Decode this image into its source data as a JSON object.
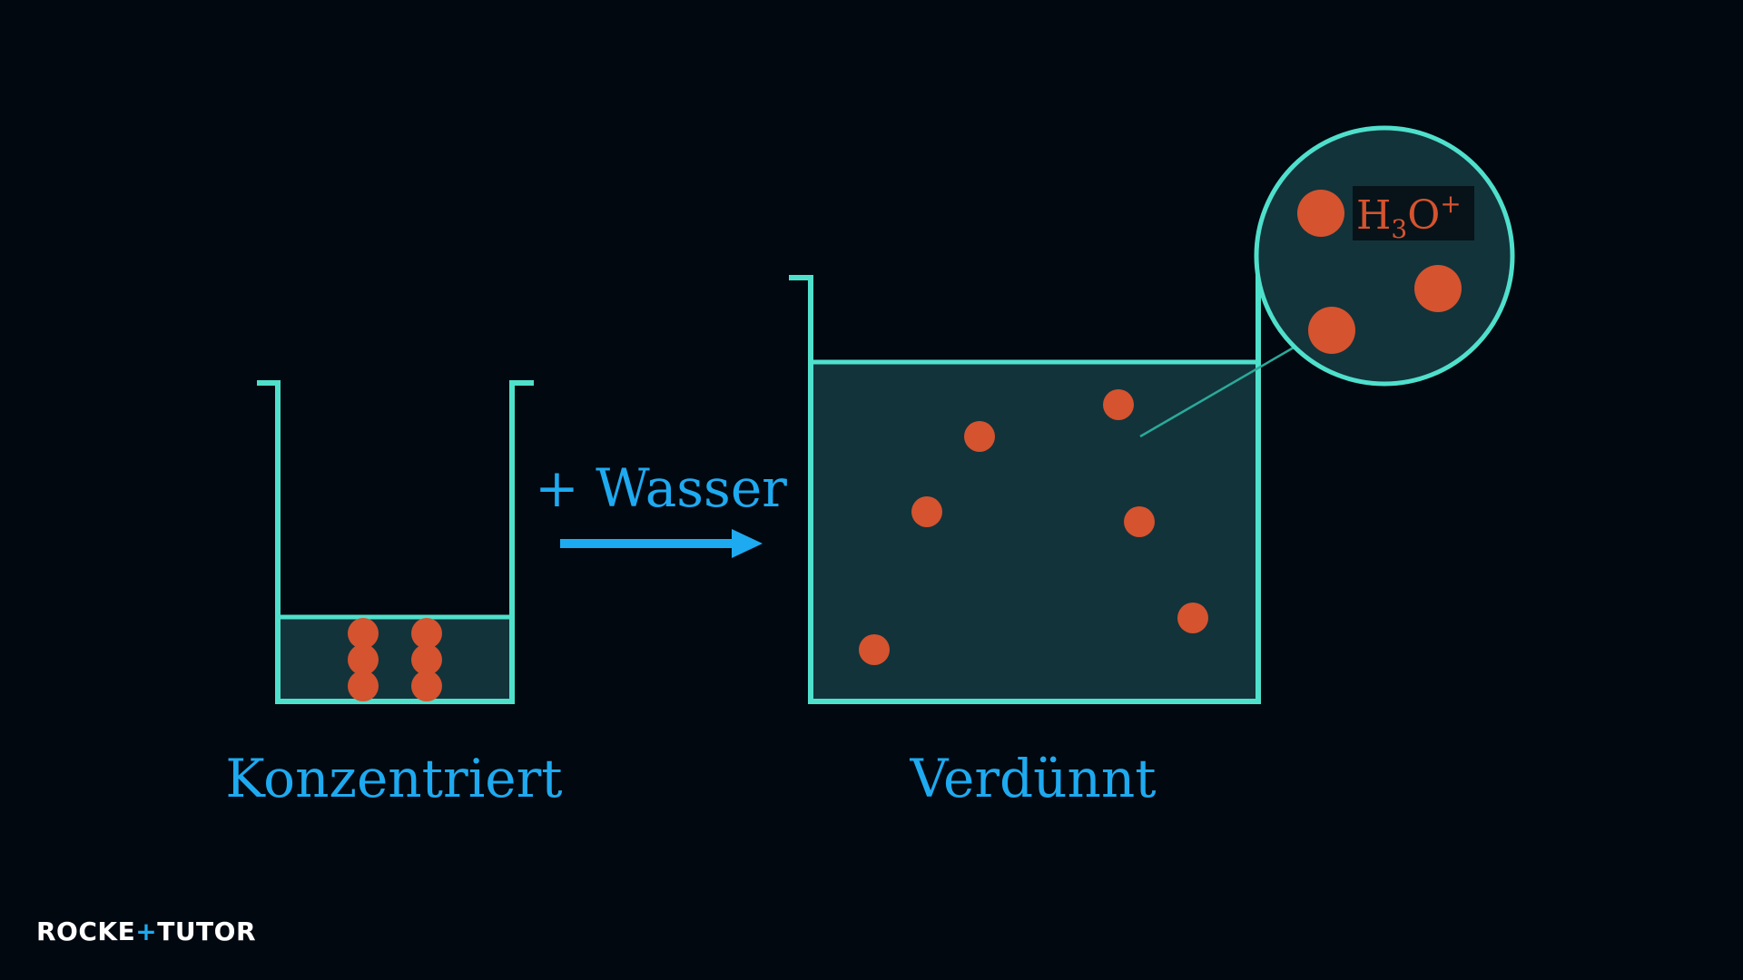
{
  "colors": {
    "background": "#020810",
    "beaker_stroke": "#4fe0cc",
    "liquid_fill": "#12333a",
    "particle": "#d5532f",
    "label": "#1eaaf0",
    "arrow": "#1eaaf0",
    "logo": "#ffffff"
  },
  "labels": {
    "concentrated": "Konzentriert",
    "dilute": "Verdünnt",
    "process_prefix": "+ Wasser"
  },
  "ion": {
    "base": "H",
    "subscript": "3",
    "element": "O",
    "charge": "+"
  },
  "logo": {
    "part1": "ROCKE",
    "plus": "+",
    "part2": "TUTO",
    "part3": "R"
  },
  "icons": {
    "arrow": "right-arrow-icon",
    "particle": "particle-dot-icon",
    "magnifier": "magnifier-circle-icon"
  }
}
